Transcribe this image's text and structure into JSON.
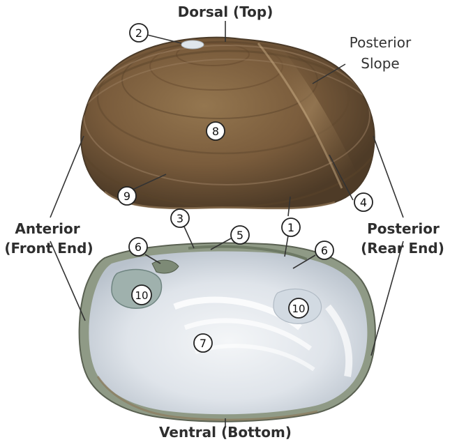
{
  "labels": {
    "dorsal": "Dorsal (Top)",
    "posterior_slope_line1": "Posterior",
    "posterior_slope_line2": "Slope",
    "anterior_line1": "Anterior",
    "anterior_line2": "(Front End)",
    "posterior_line1": "Posterior",
    "posterior_line2": "(Rear End)",
    "ventral": "Ventral (Bottom)"
  },
  "callouts": {
    "c1": "1",
    "c2": "2",
    "c3": "3",
    "c4": "4",
    "c5": "5",
    "c6a": "6",
    "c6b": "6",
    "c7": "7",
    "c8": "8",
    "c9": "9",
    "c10a": "10",
    "c10b": "10"
  },
  "colors": {
    "outer_shell": "#7a5c3c",
    "shell_edge": "#5a4a34",
    "inner_shell": "#dde3ea",
    "nacre_edge": "#9aa79a",
    "label_text": "#2e2e2e"
  }
}
